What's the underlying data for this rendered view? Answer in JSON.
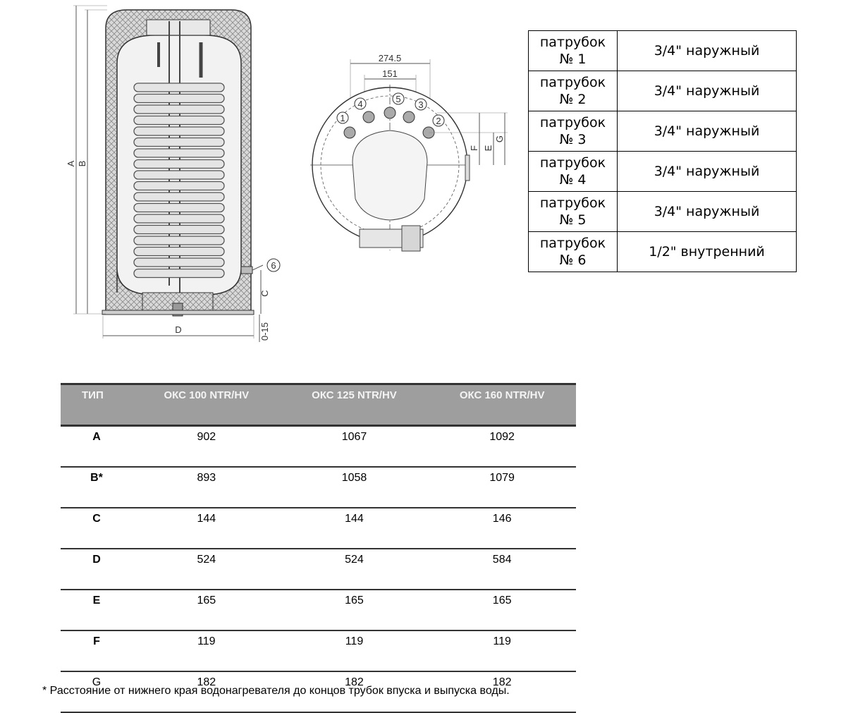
{
  "drawing": {
    "side_labels": {
      "a": "A",
      "b": "B",
      "c": "C",
      "d": "D",
      "offset": "0-15",
      "pipe6": "6"
    },
    "top_labels": {
      "w1": "274.5",
      "w2": "151",
      "e": "E",
      "f": "F",
      "g": "G",
      "p1": "1",
      "p2": "2",
      "p3": "3",
      "p4": "4",
      "p5": "5"
    },
    "colors": {
      "insulation": "#d8d8d8",
      "outline": "#333333",
      "tank": "#efefef"
    }
  },
  "pipes": [
    {
      "name_line1": "патрубок",
      "name_line2": "№ 1",
      "type": "3/4\" наружный"
    },
    {
      "name_line1": "патрубок",
      "name_line2": "№ 2",
      "type": "3/4\" наружный"
    },
    {
      "name_line1": "патрубок",
      "name_line2": "№ 3",
      "type": "3/4\" наружный"
    },
    {
      "name_line1": "патрубок",
      "name_line2": "№ 4",
      "type": "3/4\" наружный"
    },
    {
      "name_line1": "патрубок",
      "name_line2": "№ 5",
      "type": "3/4\" наружный"
    },
    {
      "name_line1": "патрубок",
      "name_line2": "№ 6",
      "type": "1/2\" внутренний"
    }
  ],
  "dims_table": {
    "headers": [
      "ТИП",
      "ОКС 100 NTR/HV",
      "ОКС 125 NTR/HV",
      "ОКС 160 NTR/HV"
    ],
    "rows": [
      [
        "A",
        "902",
        "1067",
        "1092"
      ],
      [
        "B*",
        "893",
        "1058",
        "1079"
      ],
      [
        "C",
        "144",
        "144",
        "146"
      ],
      [
        "D",
        "524",
        "524",
        "584"
      ],
      [
        "E",
        "165",
        "165",
        "165"
      ],
      [
        "F",
        "119",
        "119",
        "119"
      ],
      [
        "G",
        "182",
        "182",
        "182"
      ]
    ],
    "header_bg": "#9e9e9e"
  },
  "footnote": "* Расстояние от нижнего края водонагревателя до концов трубок впуска и выпуска воды."
}
